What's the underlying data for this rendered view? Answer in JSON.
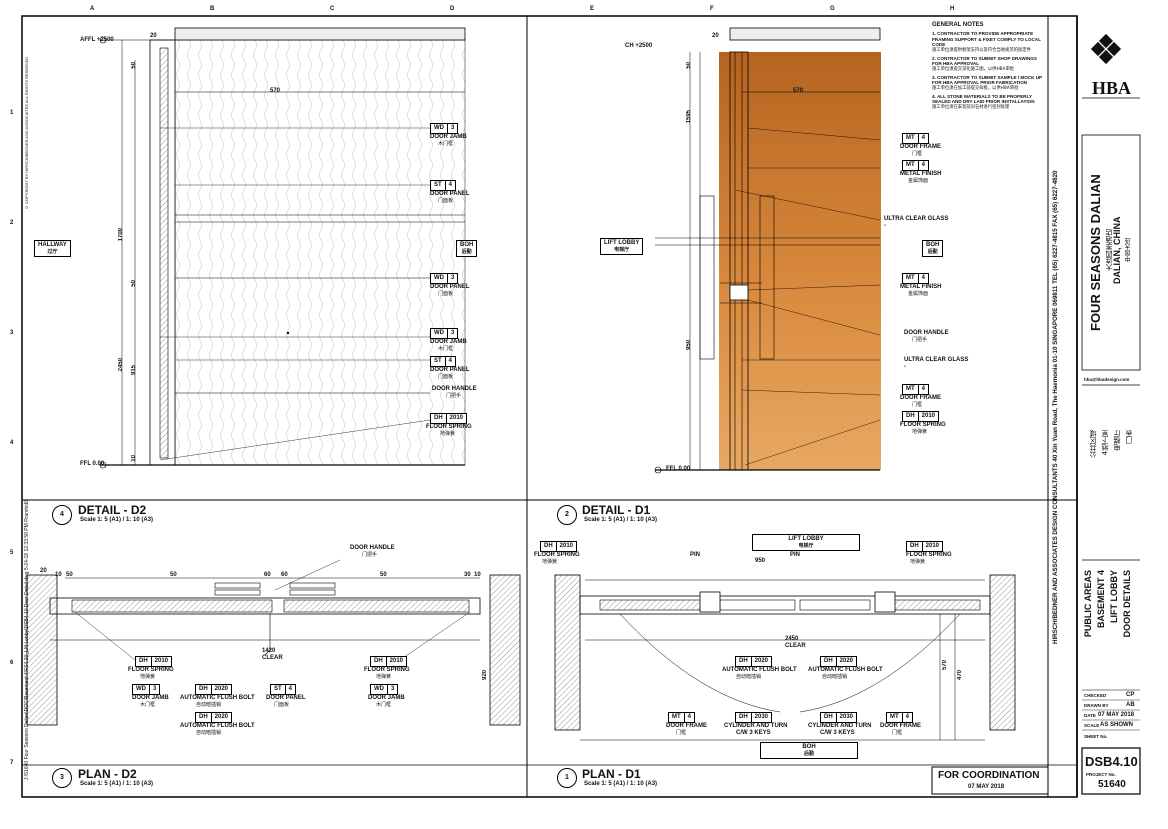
{
  "sheet": {
    "grid_cols": [
      "A",
      "B",
      "C",
      "D",
      "E",
      "F",
      "G",
      "H"
    ],
    "grid_rows": [
      "1",
      "2",
      "3",
      "4",
      "5",
      "6",
      "7"
    ],
    "copyright_note": "© COPYRIGHT BY HIRSCH/BEDNER AND ASSOCIATES ALL RIGHTS RESERVED",
    "file_path": "J:\\51640 Four Seasons Dalian\\DOC\\Basement 4\\FS4.20_LIft Lobby\\DSB4.10 Door Detail.dwg  5-24-18  12:33:58 PM  Rramhid0",
    "for_coordination": "FOR COORDINATION",
    "coord_date": "07 MAY 2018"
  },
  "detail_d2": {
    "num": "4",
    "title": "DETAIL - D2",
    "scale": "Scale 1: 5 (A1) / 1: 10 (A3)",
    "affl": "AFFL  +2500",
    "ffl": "FFL  0.00",
    "room_left": "HALLWAY",
    "room_left_cn": "过厅",
    "room_right": "BOH",
    "room_right_cn": "后勤",
    "dims": [
      "570",
      "1700",
      "2450",
      "915",
      "20",
      "10",
      "50",
      "50",
      "10",
      "50",
      "10"
    ],
    "callouts": [
      {
        "code": "WD",
        "num": "3",
        "name": "DOOR JAMB",
        "cn": "木门框"
      },
      {
        "code": "ST",
        "num": "4",
        "name": "DOOR PANEL",
        "cn": "门面板"
      },
      {
        "code": "WD",
        "num": "3",
        "name": "DOOR PANEL",
        "cn": "门面板"
      },
      {
        "code": "WD",
        "num": "3",
        "name": "DOOR JAMB",
        "cn": "木门框"
      },
      {
        "code": "ST",
        "num": "4",
        "name": "DOOR PANEL",
        "cn": "门面板"
      },
      {
        "name": "DOOR HANDLE",
        "cn": "门把手"
      },
      {
        "code": "DH",
        "num": "2010",
        "name": "FLOOR SPRING",
        "cn": "地弹簧"
      }
    ]
  },
  "detail_d1": {
    "num": "2",
    "title": "DETAIL - D1",
    "scale": "Scale 1: 5 (A1) / 1: 10 (A3)",
    "ch": "CH +2500",
    "ffl": "FFL  0.00",
    "room_left": "LIFT LOBBY",
    "room_left_cn": "电梯厅",
    "room_right": "BOH",
    "room_right_cn": "后勤",
    "dims": [
      "570",
      "1595",
      "950",
      "20",
      "50"
    ],
    "callouts": [
      {
        "code": "MT",
        "num": "4",
        "name": "DOOR FRAME",
        "cn": "门框"
      },
      {
        "code": "MT",
        "num": "4",
        "name": "METAL FINISH",
        "cn": "金属饰面"
      },
      {
        "name": "ULTRA CLEAR GLASS",
        "cn": "-"
      },
      {
        "code": "MT",
        "num": "4",
        "name": "METAL FINISH",
        "cn": "金属饰面"
      },
      {
        "name": "DOOR HANDLE",
        "cn": "门把手"
      },
      {
        "name": "ULTRA CLEAR GLASS",
        "cn": "-"
      },
      {
        "code": "MT",
        "num": "4",
        "name": "DOOR FRAME",
        "cn": "门框"
      },
      {
        "code": "DH",
        "num": "2010",
        "name": "FLOOR SPRING",
        "cn": "地弹簧"
      }
    ]
  },
  "general_notes": {
    "heading": "GENERAL NOTES",
    "items": [
      {
        "n": "1.",
        "en": "CONTRACTOR TO PROVIDE APPROPRIATE FRAMING SUPPORT & FIXET COMPLY TO LOCAL CODE",
        "cn": "施工单位须提供框架支持以及符合当地规范的固定件"
      },
      {
        "n": "2.",
        "en": "CONTRACTOR TO SUBMIT SHOP DRAWINGS FOR HBA APPROVAL",
        "cn": "施工单位须提交深化施工图，以供HBA审批"
      },
      {
        "n": "3.",
        "en": "CONTRACTOR TO SUBMIT SAMPLE / MOCK UP FOR HBA APPROVAL PRIOR FABRICATION",
        "cn": "施工单位须在加工前提交样板，以供HBA审批"
      },
      {
        "n": "4.",
        "en": "ALL STONE MATERIALS TO BE PROPERLY SEALED AND DRY LAID PRIOR INSTALLATION",
        "cn": "施工单位须在安装前对石材进行密封处理"
      }
    ]
  },
  "plan_d2": {
    "num": "3",
    "title": "PLAN - D2",
    "scale": "Scale 1: 5 (A1) / 1: 10 (A3)",
    "dims": [
      "50",
      "50",
      "60",
      "60",
      "50",
      "1420",
      "CLEAR",
      "920",
      "20",
      "30",
      "10",
      "10"
    ],
    "callouts": [
      {
        "name": "DOOR HANDLE",
        "cn": "门把手"
      },
      {
        "code": "DH",
        "num": "2010",
        "name": "FLOOR SPRING",
        "cn": "地弹簧"
      },
      {
        "code": "DH",
        "num": "2010",
        "name": "FLOOR SPRING",
        "cn": "地弹簧"
      },
      {
        "code": "DH",
        "num": "2020",
        "name": "AUTOMATIC FLUSH BOLT",
        "cn": "自动暗插销"
      },
      {
        "code": "WD",
        "num": "3",
        "name": "DOOR JAMB",
        "cn": "木门框"
      },
      {
        "code": "ST",
        "num": "4",
        "name": "DOOR PANEL",
        "cn": "门面板"
      },
      {
        "code": "WD",
        "num": "3",
        "name": "DOOR JAMB",
        "cn": "木门框"
      },
      {
        "code": "DH",
        "num": "2020",
        "name": "AUTOMATIC FLUSH BOLT",
        "cn": "自动暗插销"
      }
    ]
  },
  "plan_d1": {
    "num": "1",
    "title": "PLAN - D1",
    "scale": "Scale 1: 5 (A1) / 1: 10 (A3)",
    "room_top": "LIFT LOBBY",
    "room_top_cn": "电梯厅",
    "room_bottom": "BOH",
    "room_bottom_cn": "后勤",
    "dims": [
      "950",
      "2450",
      "CLEAR",
      "570",
      "470",
      "PIN",
      "PIN"
    ],
    "callouts": [
      {
        "code": "DH",
        "num": "2010",
        "name": "FLOOR SPRING",
        "cn": "地弹簧"
      },
      {
        "code": "DH",
        "num": "2010",
        "name": "FLOOR SPRING",
        "cn": "地弹簧"
      },
      {
        "code": "DH",
        "num": "2020",
        "name": "AUTOMATIC FLUSH BOLT",
        "cn": "自动暗插销"
      },
      {
        "code": "DH",
        "num": "2020",
        "name": "AUTOMATIC FLUSH BOLT",
        "cn": "自动暗插销"
      },
      {
        "code": "MT",
        "num": "4",
        "name": "DOOR FRAME",
        "cn": "门框"
      },
      {
        "code": "DH",
        "num": "2030",
        "name": "CYLINDER AND TURN",
        "sub": "C/W 3 KEYS"
      },
      {
        "code": "DH",
        "num": "2030",
        "name": "CYLINDER AND TURN",
        "sub": "C/W 3 KEYS"
      },
      {
        "code": "MT",
        "num": "4",
        "name": "DOOR FRAME",
        "cn": "门框"
      }
    ]
  },
  "title_block": {
    "firm_strip": "HIRSCH/BEDNER AND ASSOCIATES   DESIGN CONSULTANTS   40 Xin Yuan Road, The Haemonia 01-10   SINGAPORE 069811   TEL (65) 6227-4815   FAX (65) 6227-4820",
    "logo": "HBA",
    "project": "FOUR SEASONS DALIAN",
    "project_cn": "大连四季酒店",
    "location": "DALIAN, CHINA",
    "location_cn": "中国大连",
    "email": "hba@hbadesign.com",
    "desc_cn": [
      "公共区域",
      "4地下室",
      "电梯厅",
      "门表"
    ],
    "desc_en": [
      "PUBLIC AREAS",
      "BASEMENT 4",
      "LIFT LOBBY",
      "DOOR DETAILS"
    ],
    "checked": "CHECKED",
    "checked_val": "CP",
    "drawn": "DRAWN BY",
    "drawn_val": "AB",
    "date": "DATE",
    "date_val": "07 MAY 2018",
    "scale_lbl": "SCALE",
    "scale_val": "AS SHOWN",
    "sheet_no_lbl": "SHEET No.",
    "sheet_no": "DSB4.10",
    "project_no_lbl": "PROJECT No.",
    "project_no": "51640"
  }
}
